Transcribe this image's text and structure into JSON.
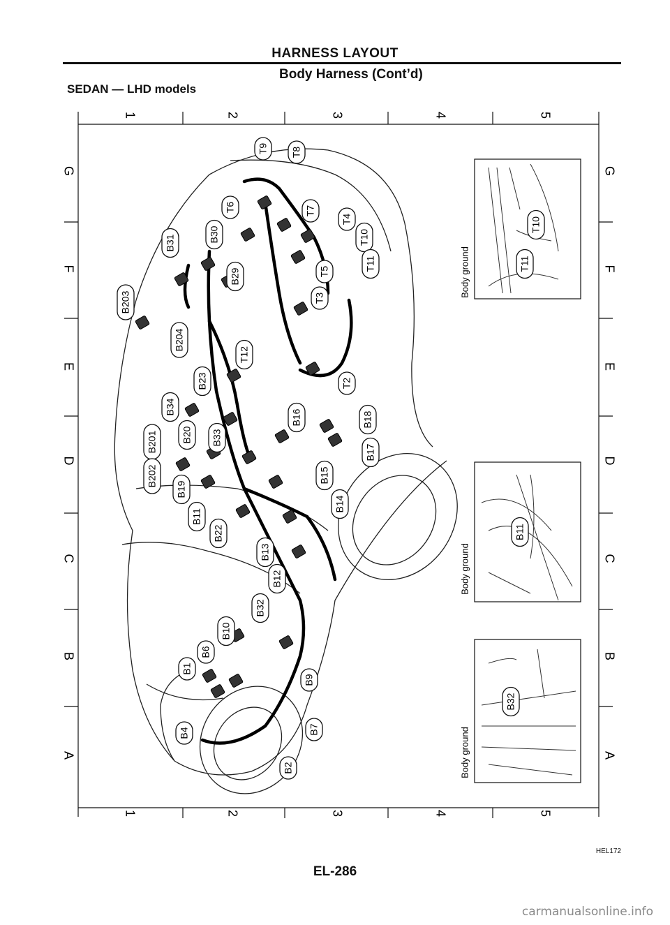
{
  "header": {
    "title": "HARNESS LAYOUT",
    "subtitle": "Body Harness (Cont’d)",
    "model": "SEDAN — LHD models"
  },
  "grid": {
    "columns": [
      "1",
      "2",
      "3",
      "4",
      "5"
    ],
    "rows": [
      "G",
      "F",
      "E",
      "D",
      "C",
      "B",
      "A"
    ]
  },
  "connectors": [
    "T9",
    "T8",
    "T6",
    "T7",
    "T4",
    "T10",
    "T11",
    "T5",
    "T3",
    "T2",
    "T12",
    "B30",
    "B31",
    "B29",
    "B203",
    "B204",
    "B23",
    "B34",
    "B33",
    "B20",
    "B201",
    "B202",
    "B19",
    "B16",
    "B18",
    "B17",
    "B15",
    "B14",
    "B11",
    "B22",
    "B13",
    "B12",
    "B32",
    "B10",
    "B6",
    "B1",
    "B9",
    "B4",
    "B7",
    "B2"
  ],
  "insets": [
    {
      "label": "Body ground",
      "connectors": [
        "T10",
        "T11"
      ]
    },
    {
      "label": "Body ground",
      "connectors": [
        "B11"
      ]
    },
    {
      "label": "Body ground",
      "connectors": [
        "B32"
      ]
    }
  ],
  "footer": {
    "code": "HEL172",
    "page": "EL-286"
  },
  "watermark": "carmanualsonline.info"
}
